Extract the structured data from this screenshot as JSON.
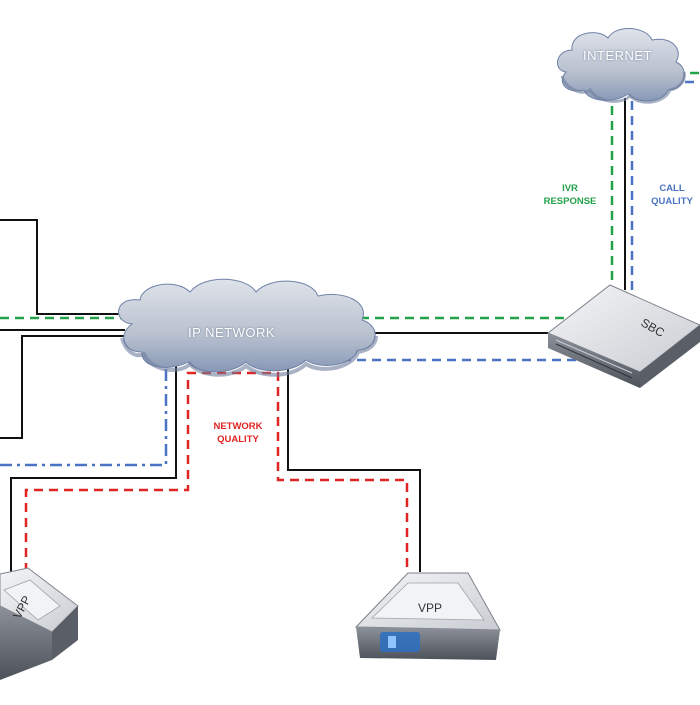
{
  "clouds": {
    "internet": "INTERNET",
    "ip_network": "IP NETWORK"
  },
  "devices": {
    "sbc": "SBC",
    "vpp_left": "VPP",
    "vpp_right": "VPP"
  },
  "labels": {
    "ivr_response": [
      "IVR",
      "RESPONSE"
    ],
    "call_quality": [
      "CALL",
      "QUALITY"
    ],
    "network_quality": [
      "NETWORK",
      "QUALITY"
    ]
  },
  "colors": {
    "cable": "#111111",
    "ivr_response": "#22a24a",
    "call_quality": "#4a73c4",
    "network_quality": "#e02424",
    "cloud_fill": "#c5ccd8",
    "cloud_base": "#7d93ba"
  }
}
